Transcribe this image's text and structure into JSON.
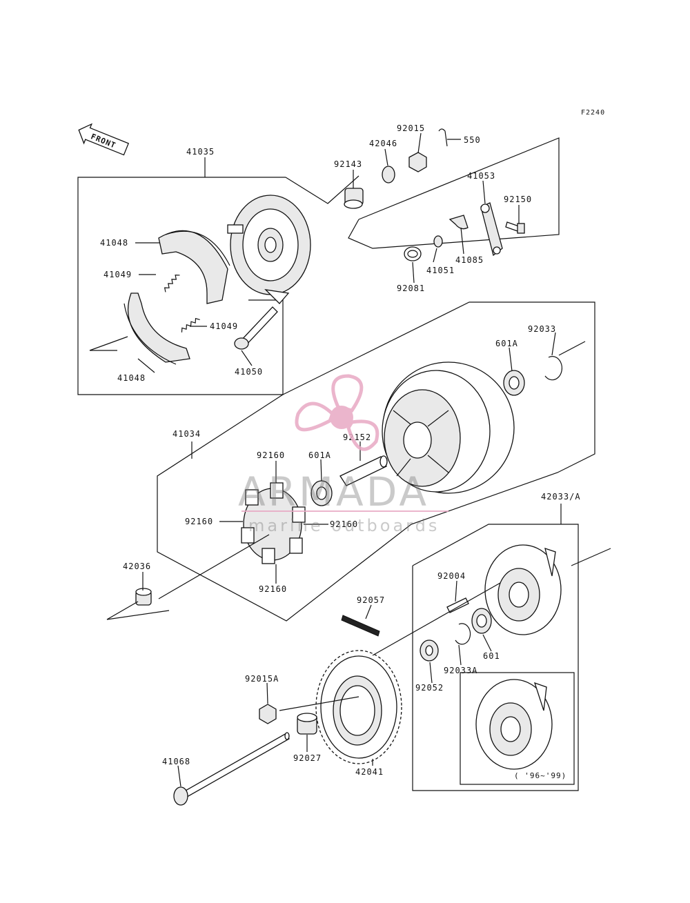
{
  "diagram": {
    "figure_code": "F2240",
    "front_label": "FRONT",
    "year_note": "( '96~'99)",
    "watermark": {
      "brand": "ARMADA",
      "tagline": "marine outboards",
      "color": "#e8a9c4"
    },
    "parts": [
      {
        "id": "p01",
        "label": "41035"
      },
      {
        "id": "p02",
        "label": "92015"
      },
      {
        "id": "p03",
        "label": "550"
      },
      {
        "id": "p04",
        "label": "42046"
      },
      {
        "id": "p05",
        "label": "92143"
      },
      {
        "id": "p06",
        "label": "41053"
      },
      {
        "id": "p07",
        "label": "92150"
      },
      {
        "id": "p08",
        "label": "41048"
      },
      {
        "id": "p09",
        "label": "41049"
      },
      {
        "id": "p10",
        "label": "41049"
      },
      {
        "id": "p11",
        "label": "41048"
      },
      {
        "id": "p12",
        "label": "41051"
      },
      {
        "id": "p13",
        "label": "41085"
      },
      {
        "id": "p14",
        "label": "92081"
      },
      {
        "id": "p15",
        "label": "41050"
      },
      {
        "id": "p16",
        "label": "92033"
      },
      {
        "id": "p17",
        "label": "601A"
      },
      {
        "id": "p18",
        "label": "41034"
      },
      {
        "id": "p19",
        "label": "92160"
      },
      {
        "id": "p20",
        "label": "601A"
      },
      {
        "id": "p21",
        "label": "92152"
      },
      {
        "id": "p22",
        "label": "92160"
      },
      {
        "id": "p23",
        "label": "92160"
      },
      {
        "id": "p24",
        "label": "92160"
      },
      {
        "id": "p25",
        "label": "42033/A"
      },
      {
        "id": "p26",
        "label": "42036"
      },
      {
        "id": "p27",
        "label": "92004"
      },
      {
        "id": "p28",
        "label": "92057"
      },
      {
        "id": "p29",
        "label": "601"
      },
      {
        "id": "p30",
        "label": "92033A"
      },
      {
        "id": "p31",
        "label": "92052"
      },
      {
        "id": "p32",
        "label": "92015A"
      },
      {
        "id": "p33",
        "label": "92027"
      },
      {
        "id": "p34",
        "label": "42041"
      },
      {
        "id": "p35",
        "label": "41068"
      }
    ]
  }
}
